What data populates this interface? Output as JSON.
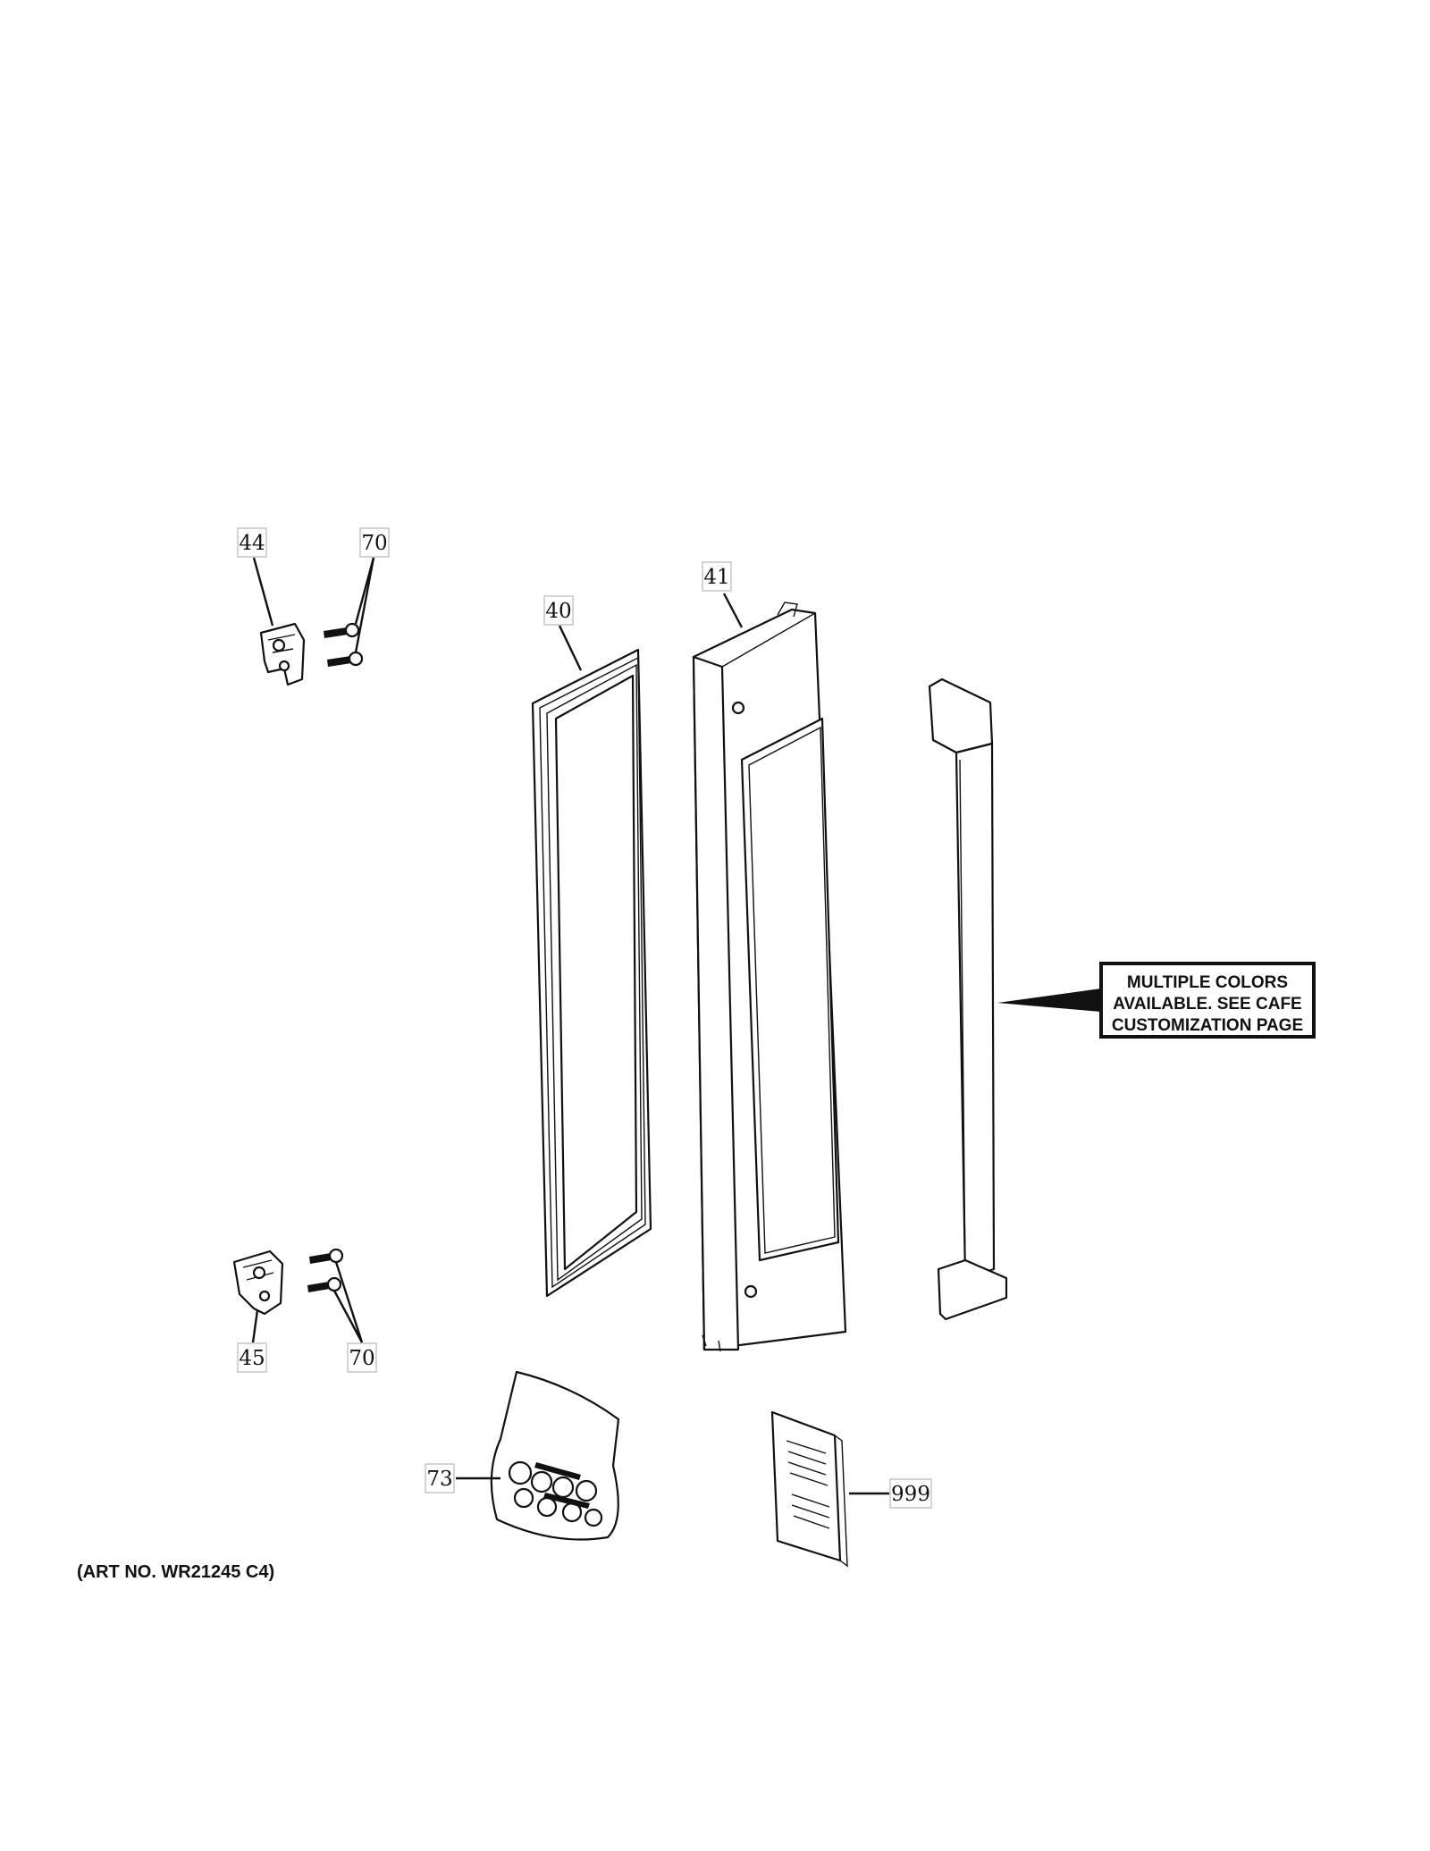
{
  "callouts": {
    "c44": "44",
    "c70_top": "70",
    "c41": "41",
    "c40": "40",
    "c45": "45",
    "c70_bottom": "70",
    "c73": "73",
    "c999": "999"
  },
  "note": {
    "line1": "MULTIPLE COLORS",
    "line2": "AVAILABLE. SEE CAFE",
    "line3": "CUSTOMIZATION PAGE"
  },
  "art_number": "(ART NO. WR21245 C4)"
}
